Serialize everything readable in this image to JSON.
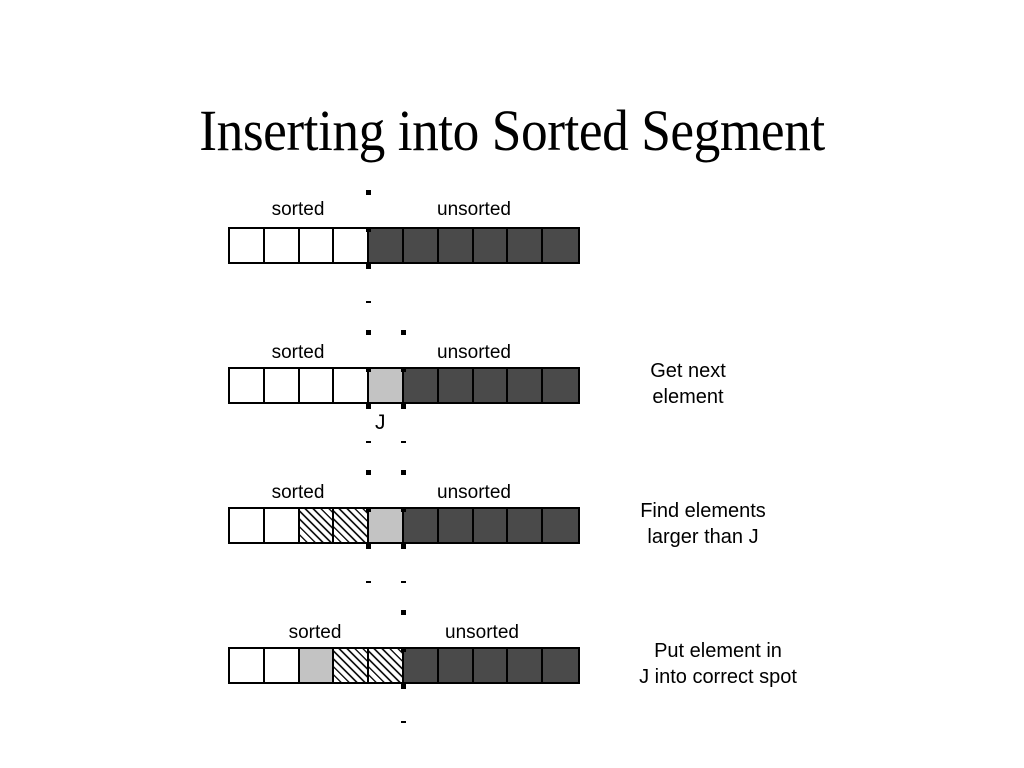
{
  "slide": {
    "title": "Inserting into Sorted Segment",
    "background_color": "#ffffff",
    "text_color": "#000000"
  },
  "palette": {
    "white_cell": "#ffffff",
    "light_cell": "#c3c3c3",
    "dark_cell": "#4a4a4a",
    "hatch_line": "#1a1a1a",
    "border": "#000000"
  },
  "labels": {
    "sorted": "sorted",
    "unsorted": "unsorted",
    "j_marker": "J"
  },
  "rows": [
    {
      "id": "row-initial",
      "cells": [
        "white",
        "white",
        "white",
        "white",
        "dark",
        "dark",
        "dark",
        "dark",
        "dark",
        "dark"
      ],
      "sorted_label": "sorted",
      "unsorted_label": "unsorted",
      "note": "",
      "j_marker": "",
      "divider_count": 1
    },
    {
      "id": "row-get-next",
      "cells": [
        "white",
        "white",
        "white",
        "white",
        "light",
        "dark",
        "dark",
        "dark",
        "dark",
        "dark"
      ],
      "sorted_label": "sorted",
      "unsorted_label": "unsorted",
      "note": "Get next\nelement",
      "j_marker": "J",
      "divider_count": 2
    },
    {
      "id": "row-find-larger",
      "cells": [
        "white",
        "white",
        "hatch",
        "hatch",
        "light",
        "dark",
        "dark",
        "dark",
        "dark",
        "dark"
      ],
      "sorted_label": "sorted",
      "unsorted_label": "unsorted",
      "note": "Find elements\nlarger than J",
      "j_marker": "",
      "divider_count": 2
    },
    {
      "id": "row-insert",
      "cells": [
        "white",
        "white",
        "light",
        "hatch",
        "hatch",
        "dark",
        "dark",
        "dark",
        "dark",
        "dark"
      ],
      "sorted_label": "sorted",
      "unsorted_label": "unsorted",
      "note": "Put element in\nJ into correct spot",
      "j_marker": "",
      "divider_count": 1
    }
  ]
}
